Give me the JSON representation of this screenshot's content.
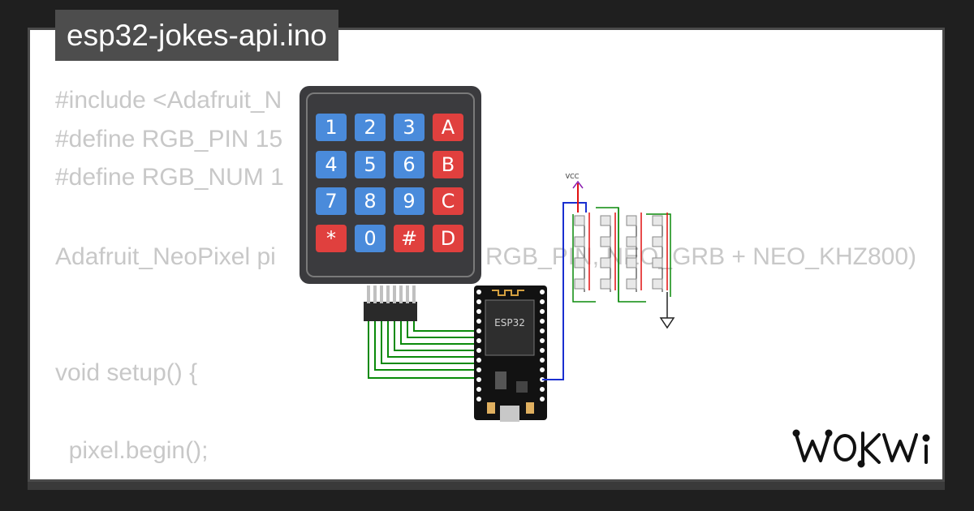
{
  "header": {
    "title": "esp32-jokes-api.ino"
  },
  "code_lines": [
    "#include <Adafruit_N",
    "#define RGB_PIN 15",
    "#define RGB_NUM 1",
    "",
    "Adafruit_NeoPixel pi",
    "",
    "",
    "void setup() {",
    "",
    "  pixel.begin();"
  ],
  "code_tail": "RGB_PIN, NEO_GRB + NEO_KHZ800)",
  "keypad": {
    "keys": [
      "1",
      "2",
      "3",
      "A",
      "4",
      "5",
      "6",
      "B",
      "7",
      "8",
      "9",
      "C",
      "*",
      "0",
      "#",
      "D"
    ]
  },
  "board": {
    "label": "ESP32"
  },
  "circuit": {
    "vcc_label": "VCC"
  },
  "logo": {
    "text": "WOKWi"
  },
  "colors": {
    "key_blue": "#4a8bdb",
    "key_red": "#e0403e",
    "wire_green": "#0a8a0a",
    "wire_blue": "#1a2fd0",
    "wire_red": "#e01010",
    "vcc_purple": "#8a1fb0"
  }
}
